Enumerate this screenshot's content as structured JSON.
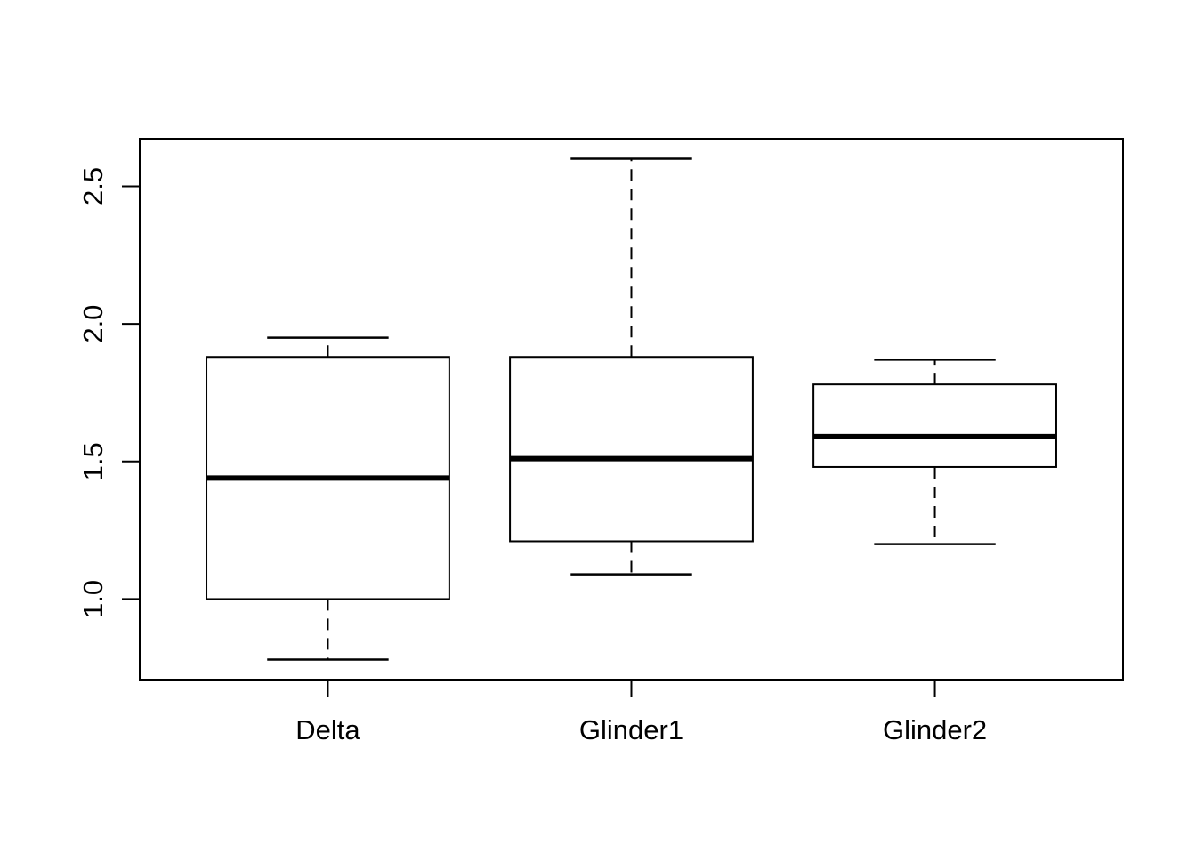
{
  "figure": {
    "background_color": "#ffffff",
    "line_color": "#000000",
    "title": ""
  },
  "chart_data": {
    "type": "boxplot",
    "title": "",
    "xlabel": "",
    "ylabel": "",
    "grid": false,
    "legend": "none",
    "orientation": "vertical",
    "box_fill": "#ffffff",
    "line_color": "#000000",
    "categories": [
      "Delta",
      "Glinder1",
      "Glinder2"
    ],
    "series": [
      {
        "name": "Delta",
        "whisker_low": 0.78,
        "q1": 1.0,
        "median": 1.44,
        "q3": 1.88,
        "whisker_high": 1.95
      },
      {
        "name": "Glinder1",
        "whisker_low": 1.09,
        "q1": 1.21,
        "median": 1.51,
        "q3": 1.88,
        "whisker_high": 2.6
      },
      {
        "name": "Glinder2",
        "whisker_low": 1.2,
        "q1": 1.48,
        "median": 1.59,
        "q3": 1.78,
        "whisker_high": 1.87
      }
    ],
    "x_axis": {
      "tick_labels": [
        "Delta",
        "Glinder1",
        "Glinder2"
      ]
    },
    "y_axis": {
      "tick_labels": [
        "1.0",
        "1.5",
        "2.0",
        "2.5"
      ],
      "tick_values": [
        1.0,
        1.5,
        2.0,
        2.5
      ]
    },
    "ylim_data": [
      0.78,
      2.6
    ],
    "axis_padding_fraction": 0.04
  }
}
